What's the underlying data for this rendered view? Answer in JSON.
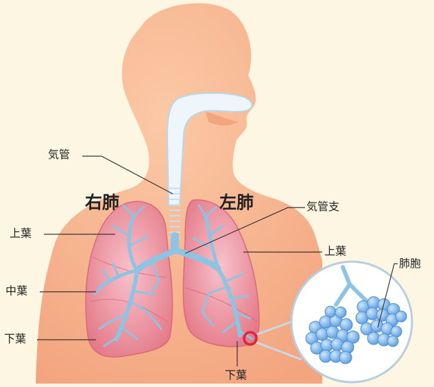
{
  "labels": {
    "trachea": "気管",
    "right_lung": "右肺",
    "left_lung": "左肺",
    "bronchi": "気管支",
    "right_upper_lobe": "上葉",
    "right_middle_lobe": "中葉",
    "right_lower_lobe": "下葉",
    "left_upper_lobe": "上葉",
    "left_lower_lobe": "下葉",
    "alveoli": "肺胞"
  },
  "colors": {
    "background": "#fdf6e3",
    "skin": "#f6b48e",
    "lung": "#ea8a98",
    "bronchi": "#9dcde8",
    "highlight_ring": "#d8283c",
    "alveoli": "#7fb6e8"
  }
}
